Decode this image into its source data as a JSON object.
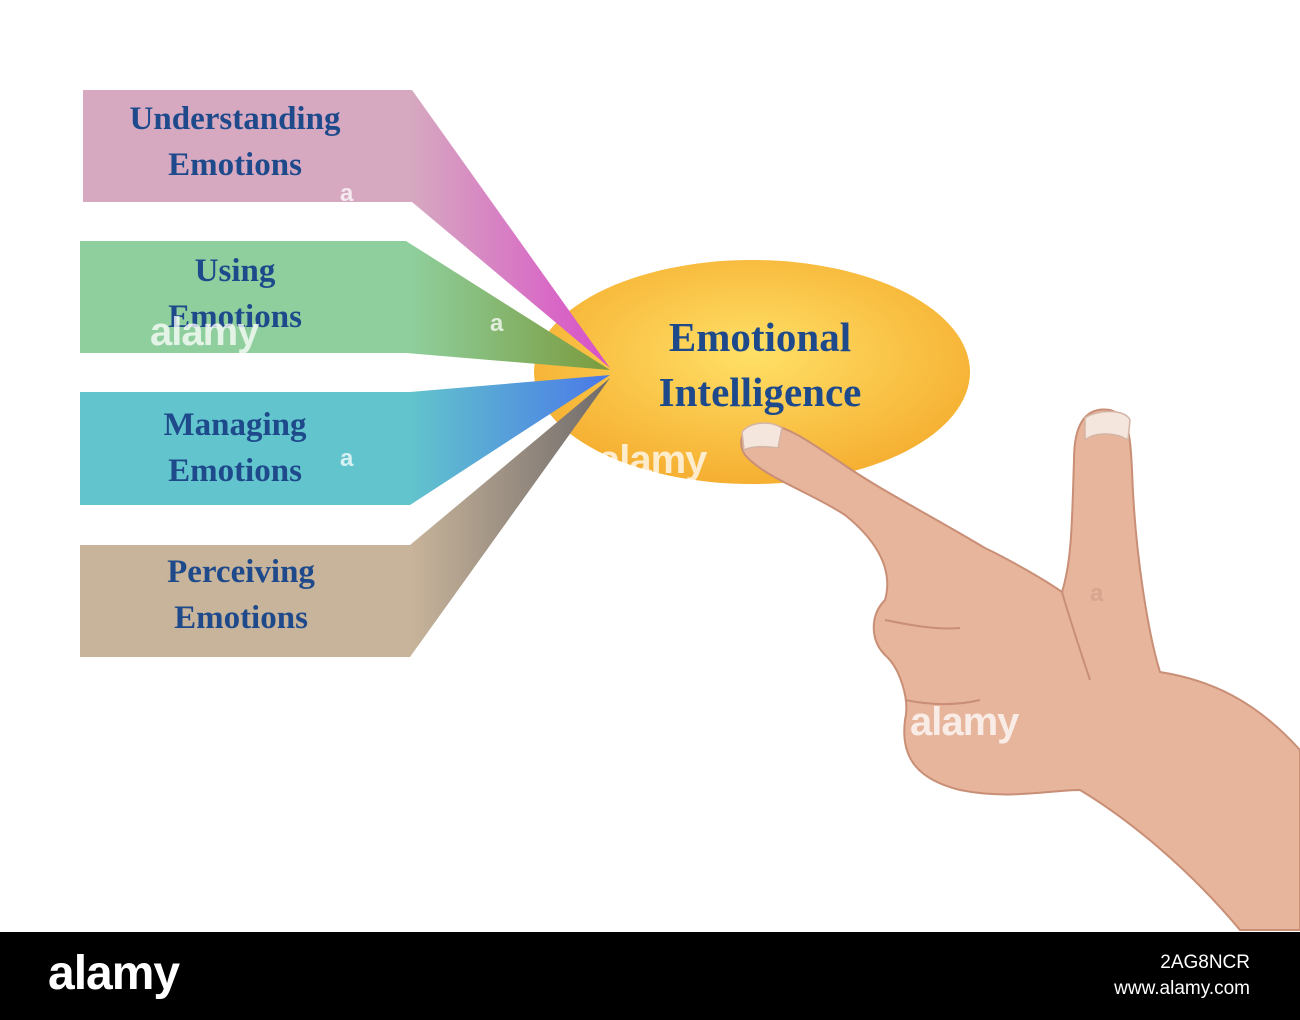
{
  "diagram": {
    "center": {
      "line1": "Emotional",
      "line2": "Intelligence"
    },
    "nodes": [
      {
        "line1": "Understanding",
        "line2": "Emotions",
        "color": "#d6a9c0",
        "tip_color": "#d94fc8"
      },
      {
        "line1": "Using",
        "line2": "Emotions",
        "color": "#8fcf9d",
        "tip_color": "#7a9a3c"
      },
      {
        "line1": "Managing",
        "line2": "Emotions",
        "color": "#62c4cc",
        "tip_color": "#4a78e8"
      },
      {
        "line1": "Perceiving",
        "line2": "Emotions",
        "color": "#c8b49a",
        "tip_color": "#6e6a6a"
      }
    ],
    "ellipse_color_center": "#ffe066",
    "ellipse_color_edge": "#f5ad2f"
  },
  "watermark": {
    "text": "alamy",
    "small": "a"
  },
  "footer": {
    "logo": "alamy",
    "image_id": "2AG8NCR",
    "site": "www.alamy.com"
  }
}
